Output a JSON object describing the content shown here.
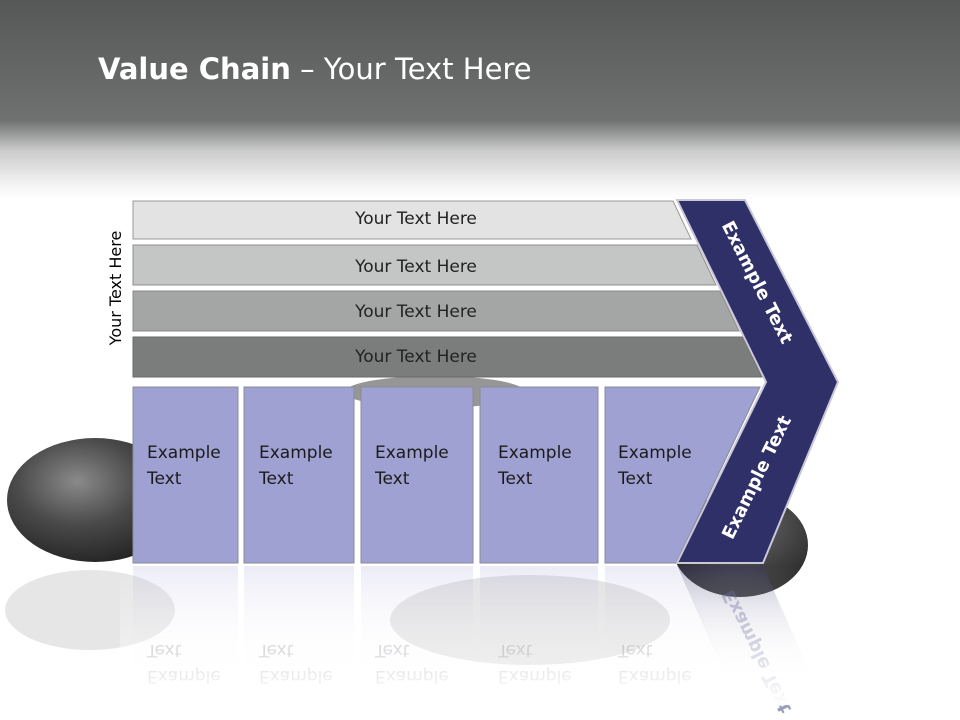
{
  "slide": {
    "title_bold": "Value Chain",
    "title_rest": " – Your Text Here"
  },
  "side_label": "Your Text Here",
  "support_bars": [
    {
      "label": "Your Text Here",
      "color": "#e3e3e3"
    },
    {
      "label": "Your Text Here",
      "color": "#c4c5c5"
    },
    {
      "label": "Your Text Here",
      "color": "#a4a6a5"
    },
    {
      "label": "Your Text Here",
      "color": "#7b7d7c"
    }
  ],
  "primary_boxes": [
    {
      "line1": "Example",
      "line2": "Text"
    },
    {
      "line1": "Example",
      "line2": "Text"
    },
    {
      "line1": "Example",
      "line2": "Text"
    },
    {
      "line1": "Example",
      "line2": "Text"
    },
    {
      "line1": "Example",
      "line2": "Text"
    }
  ],
  "chevron": {
    "upper_label": "Example Text",
    "lower_label": "Example Text",
    "color": "#2f3068"
  },
  "colors": {
    "box_fill": "#9fa1d2",
    "header_dark": "#5b5d5c"
  }
}
